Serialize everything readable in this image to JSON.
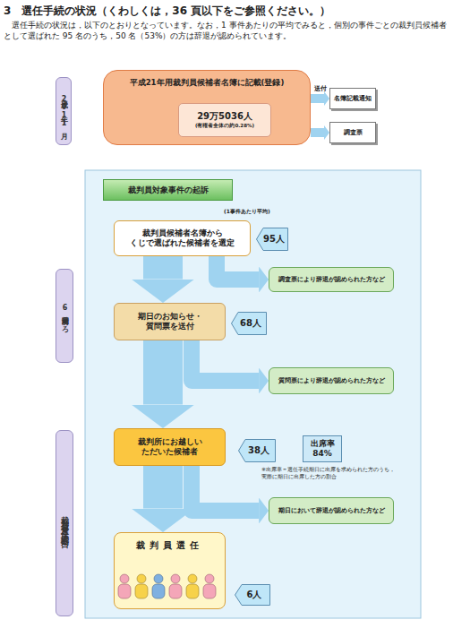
{
  "diagram": {
    "title": "3　選任手続の状況（くわしくは，36 頁以下をご参照ください。）",
    "nodes": [
      {
        "text": [
          "平成20年11月"
        ]
      },
      {
        "text": [
          "平成21年用裁判員候補者名簿に記載(登録)"
        ]
      },
      {
        "text": [
          "29万5036人",
          "(有権者全体の約0.28%)"
        ],
        "in": 1
      },
      {
        "text": [
          "名簿記載通知"
        ]
      },
      {
        "text": [
          "調査票"
        ]
      },
      {
        "text": [
          "6週間前ころ"
        ]
      },
      {
        "text": [
          "裁判員等選任手続期日"
        ]
      },
      {
        "text": [
          "裁判員対象事件の起訴"
        ]
      },
      {
        "text": [
          "裁判員候補者名簿から くじで選ばれた候補者を選定"
        ]
      },
      {
        "text": [
          "95人"
        ]
      },
      {
        "text": [
          "調査票により辞退が認められた方など"
        ]
      },
      {
        "text": [
          "期日のお知らせ・ 質問票を送付"
        ]
      },
      {
        "text": [
          "68人"
        ]
      },
      {
        "text": [
          "質問票により辞退が認められた方など"
        ]
      },
      {
        "text": [
          "裁判所にお越しい ただいた候補者"
        ]
      },
      {
        "text": [
          "38人"
        ]
      },
      {
        "text": [
          "出席率 84%"
        ]
      },
      {
        "text": [
          "期日において辞退が認められた方など"
        ]
      },
      {
        "text": [
          "裁判員選任"
        ]
      },
      {
        "text": [
          "6人"
        ]
      }
    ],
    "edges": [
      {
        "from": 1,
        "to": 3,
        "label": "送付",
        "arrow": "to"
      },
      {
        "from": 1,
        "to": 4,
        "arrow": "to"
      },
      {
        "from": 8,
        "to": 10,
        "arrow": "to"
      },
      {
        "from": 8,
        "to": 11,
        "arrow": "to"
      },
      {
        "from": 11,
        "to": 13,
        "arrow": "to"
      },
      {
        "from": 11,
        "to": 14,
        "arrow": "to"
      },
      {
        "from": 14,
        "to": 17,
        "arrow": "to"
      },
      {
        "from": 14,
        "to": 18,
        "arrow": "to"
      }
    ],
    "labels": [
      "選任手続の状況は，以下のとおりとなっています。なお，1 事件あたりの平均でみると，個別の事件ごとの裁判員候補者として選ばれた 95 名のうち，50 名（53%）の方は辞退が認められています。",
      "(1事件あたり平均)",
      "※出席率＝選任手続期日に出席を求められた方のうち， 実際に期日に出席した方の割合"
    ]
  }
}
